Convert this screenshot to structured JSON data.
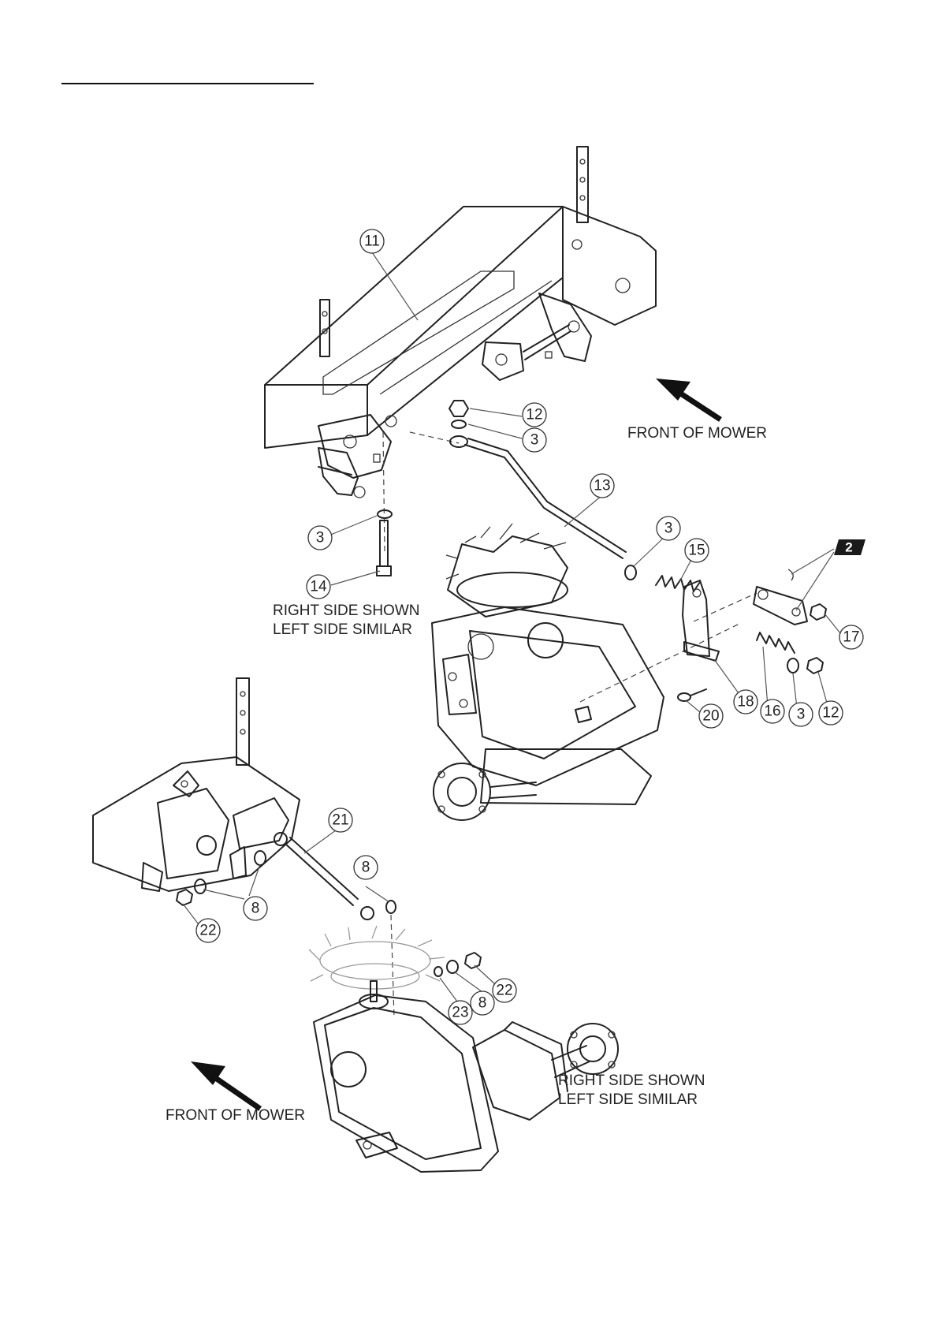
{
  "callouts": [
    {
      "label": "11"
    },
    {
      "label": "12"
    },
    {
      "label": "3"
    },
    {
      "label": "13"
    },
    {
      "label": "3"
    },
    {
      "label": "14"
    },
    {
      "label": "3"
    },
    {
      "label": "15"
    },
    {
      "label": "17"
    },
    {
      "label": "18"
    },
    {
      "label": "16"
    },
    {
      "label": "3"
    },
    {
      "label": "12"
    },
    {
      "label": "20"
    },
    {
      "label": "21"
    },
    {
      "label": "8"
    },
    {
      "label": "8"
    },
    {
      "label": "22"
    },
    {
      "label": "22"
    },
    {
      "label": "8"
    },
    {
      "label": "23"
    }
  ],
  "badge": {
    "label": "2"
  },
  "notes": {
    "front_top": "FRONT OF MOWER",
    "side_top_line1": "RIGHT SIDE SHOWN",
    "side_top_line2": "LEFT SIDE SIMILAR",
    "side_bottom_line1": "RIGHT SIDE SHOWN",
    "side_bottom_line2": "LEFT SIDE SIMILAR",
    "front_bottom": "FRONT OF MOWER"
  },
  "colors": {
    "line": "#222222",
    "ghost": "#9a9a9a",
    "badge_bg": "#1a1a1a"
  }
}
